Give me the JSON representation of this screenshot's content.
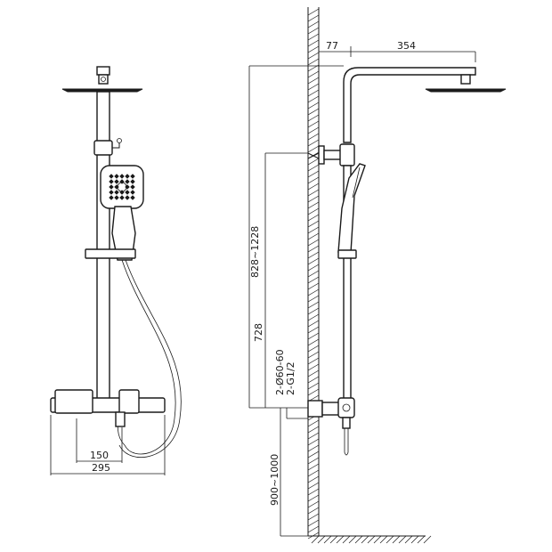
{
  "dimensions": {
    "pipe_offset": "77",
    "arm_length": "354",
    "height_range": "828~1228",
    "bracket_height": "728",
    "inlet_spacing": "2-Ø60-60",
    "inlet_thread": "2-G1/2",
    "mount_height": "900~1000",
    "inlet_center": "150",
    "valve_width": "295"
  }
}
